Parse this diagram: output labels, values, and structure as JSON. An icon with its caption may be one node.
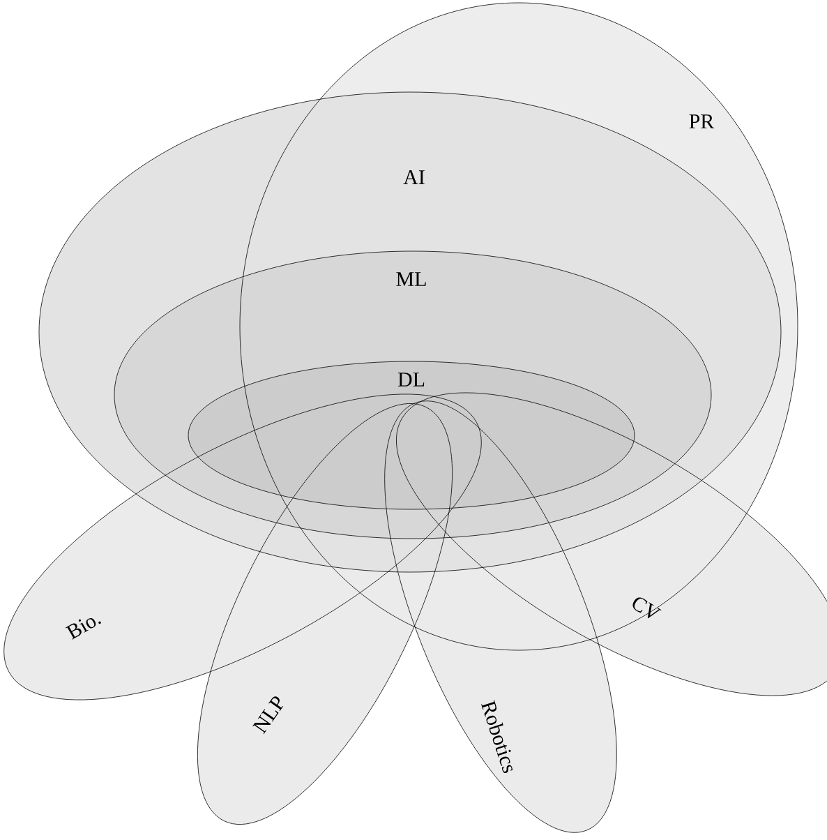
{
  "diagram": {
    "nodes": [
      {
        "text": [
          "PR"
        ]
      },
      {
        "text": [
          "AI"
        ]
      },
      {
        "text": [
          "ML"
        ],
        "in": 1
      },
      {
        "text": [
          "DL"
        ],
        "in": 2
      },
      {
        "text": [
          "Bio."
        ]
      },
      {
        "text": [
          "NLP"
        ]
      },
      {
        "text": [
          "Robotics"
        ]
      },
      {
        "text": [
          "CV"
        ]
      }
    ]
  }
}
